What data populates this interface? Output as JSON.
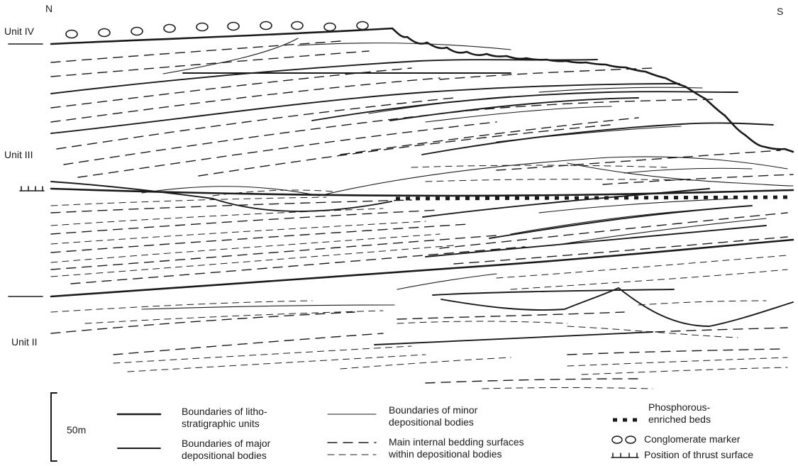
{
  "compass": {
    "north": "N",
    "south": "S"
  },
  "units": [
    {
      "id": "iv",
      "label": "Unit IV"
    },
    {
      "id": "iii",
      "label": "Unit III"
    },
    {
      "id": "ii",
      "label": "Unit II"
    }
  ],
  "scale_bar": {
    "label": "50m"
  },
  "legend": {
    "litho_units": {
      "line1": "Boundaries of litho-",
      "line2": "stratigraphic units"
    },
    "major_bodies": {
      "line1": "Boundaries of major",
      "line2": "depositional bodies"
    },
    "minor_bodies": {
      "line1": "Boundaries of minor",
      "line2": "depositional bodies"
    },
    "bedding": {
      "line1": "Main internal bedding surfaces",
      "line2": "within depositional bodies"
    },
    "phosphorous": {
      "line1": "Phosphorous-",
      "line2": "enriched beds"
    },
    "conglomerate": {
      "line1": "Conglomerate marker"
    },
    "thrust": {
      "line1": "Position of thrust surface"
    }
  },
  "colors": {
    "ink": "#1a1a1a",
    "background": "#ffffff"
  }
}
